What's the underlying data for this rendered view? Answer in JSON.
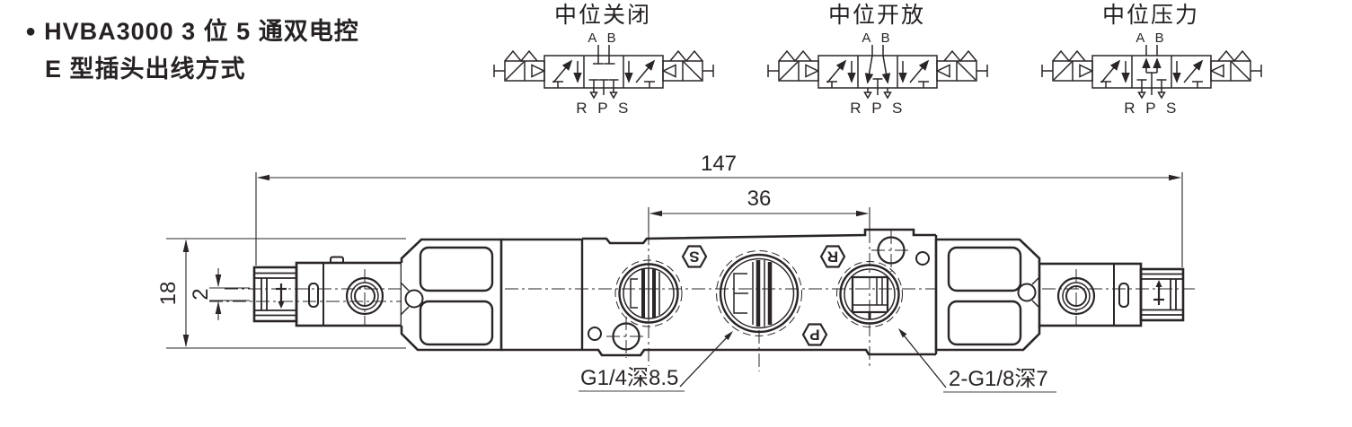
{
  "header": {
    "bullet": "●",
    "title_line1": "HVBA3000 3 位 5 通双电控",
    "title_line2": "E 型插头出线方式"
  },
  "symbols": [
    {
      "title": "中位关闭",
      "top_ports": "A B",
      "bottom_ports": "R P S",
      "center_type": "closed"
    },
    {
      "title": "中位开放",
      "top_ports": "A B",
      "bottom_ports": "R P S",
      "center_type": "open"
    },
    {
      "title": "中位压力",
      "top_ports": "A B",
      "bottom_ports": "R P S",
      "center_type": "pressure"
    }
  ],
  "drawing": {
    "dims": {
      "overall_length": "147",
      "port_spacing": "36",
      "body_height": "18",
      "center_offset": "2"
    },
    "port_labels": {
      "s": "S",
      "r": "R",
      "p": "P"
    },
    "callouts": {
      "center_port": "G1/4深8.5",
      "side_ports": "2-G1/8深7"
    }
  },
  "colors": {
    "line": "#2a2526",
    "underline": "#a0a0a0",
    "background": "#ffffff"
  }
}
